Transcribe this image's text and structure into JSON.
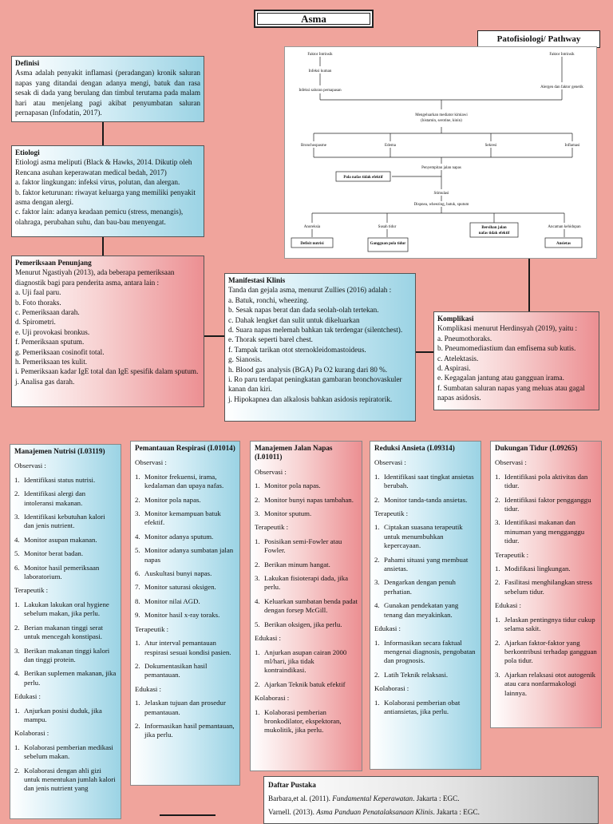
{
  "title": "Asma",
  "pathway_label": "Patofisiologi/ Pathway",
  "definisi": {
    "heading": "Definisi",
    "text": "Asma adalah penyakit inflamasi (peradangan) kronik saluran napas yang ditandai dengan adanya mengi, batuk dan rasa sesak di dada yang berulang dan timbul terutama pada malam hari atau menjelang pagi akibat penyumbatan saluran pernapasan (Infodatin, 2017)."
  },
  "etiologi": {
    "heading": "Etiologi",
    "lines": [
      "Etiologi asma meliputi (Black & Hawks, 2014. Dikutip oleh Rencana asuhan keperawatan medical bedah, 2017)",
      "a. faktor lingkungan: infeksi virus, polutan, dan alergan.",
      "b. faktor keturunan: riwayat keluarga yang memiliki penyakit asma dengan alergi.",
      "c. faktor lain: adanya keadaan pemicu (stress, menangis), olahraga, perubahan suhu, dan bau-bau menyengat."
    ]
  },
  "pemeriksaan": {
    "heading": "Pemeriksaan Penunjang",
    "lines": [
      "Menurut Ngastiyah (2013), ada beberapa pemeriksaan diagnostik bagi para penderita asma, antara lain :",
      "a. Uji faal paru.",
      "b. Foto thoraks.",
      "c. Pemeriksaan darah.",
      "d. Spirometri.",
      "e. Uji provokasi bronkus.",
      "f. Pemeriksaan sputum.",
      "g. Pemeriksaan cosinofit total.",
      "h. Pemeriksaan tes kulit.",
      "i. Pemeriksaan kadar IgE total dan IgE spesifik dalam sputum.",
      "j. Analisa gas darah."
    ]
  },
  "manifestasi": {
    "heading": "Manifestasi Klinis",
    "lines": [
      "Tanda dan gejala asma, menurut Zullies (2016) adalah :",
      "a. Batuk, ronchi, wheezing.",
      "b. Sesak napas berat dan dada seolah-olah tertekan.",
      "c. Dahak lengket dan sulit untuk dikeluarkan",
      "d. Suara napas melemah bahkan tak terdengar (silentchest).",
      "e. Thorak seperti barel chest.",
      "f. Tampak tarikan otot sternokleidomastoideus.",
      "g. Sianosis.",
      "h. Blood gas analysis (BGA) Pa O2 kurang dari 80 %.",
      "i. Ro paru terdapat peningkatan gambaran bronchovaskuler kanan dan kiri.",
      "j. Hipokapnea dan alkalosis bahkan asidosis repiratorik."
    ]
  },
  "komplikasi": {
    "heading": "Komplikasi",
    "lines": [
      "Komplikasi menurut Herdinsyah (2019), yaitu :",
      "a. Pneumothoraks.",
      "b. Pneumomediastium dan emfisema sub kutis.",
      "c. Atelektasis.",
      "d. Aspirasi.",
      "e. Kegagalan jantung atau gangguan irama.",
      "f. Sumbatan saluran napas yang meluas atau gagal napas asidosis."
    ]
  },
  "pathway": {
    "faktor_intrinsik": "Faktor Intrinsik",
    "faktor_ekstrinsik": "Faktor Intrinsik",
    "infeksi_kuman": "Infeksi kuman",
    "infeksi_saluran": "Infeksi saluran pernapasan",
    "alergen": "Alergen dan faktor genetik",
    "mengeluarkan": "Mengeluarkan mediator kimiawi",
    "mediator": "(histamin, serotine, kinin)",
    "bronchospasme": "Bronchospasme",
    "edema": "Edema",
    "sekresi": "Sekresi",
    "inflamasi": "Inflamasi",
    "penyempitan": "Penyempitan jalan napas",
    "pola_nafas": "Pola nafas tidak efektif",
    "stimulasi": "Stimulasi",
    "gejala": "Dispnea, wheezing, batuk, sputum",
    "anoreksia": "Anoreksia",
    "susah_tidur": "Susah tidur",
    "ancaman": "Ancaman kehidupan",
    "defisit_nutrisi": "Defisit nutrisi",
    "gangguan_pola_tidur": "Gangguan pola tidur",
    "bersihan_1": "Bersihan jalan",
    "bersihan_2": "nafas tidak efektif",
    "ansietas": "Ansietas"
  },
  "cards": [
    {
      "title": "Manajemen Nutrisi (I.03119)",
      "sections": [
        {
          "label": "Observasi :",
          "items": [
            "Identifikasi status nutrisi.",
            "Identifikasi alergi dan intoleransi makanan.",
            "Identifikasi kebutuhan kalori dan jenis nutrient.",
            "Monitor asupan makanan.",
            "Monitor berat badan.",
            "Monitor hasil pemeriksaan laboratorium."
          ]
        },
        {
          "label": "Terapeutik :",
          "items": [
            "Lakukan lakukan oral hygiene sebelum makan, jika perlu.",
            "Berian makanan tinggi serat untuk mencegah konstipasi.",
            "Berikan makanan tinggi kalori dan tinggi protein.",
            "Berikan suplemen makanan, jika perlu."
          ]
        },
        {
          "label": "Edukasi :",
          "items": [
            "Anjurkan posisi duduk, jika mampu."
          ]
        },
        {
          "label": "Kolaborasi :",
          "items": [
            "Kolaborasi pemberian medikasi sebelum makan.",
            "Kolaborasi dengan ahli gizi untuk menentukan jumlah kalori dan jenis nutrient yang"
          ]
        }
      ]
    },
    {
      "title": "Pemantauan Respirasi (I.01014)",
      "sections": [
        {
          "label": "Observasi :",
          "items": [
            "Monitor frekuensi, irama, kedalaman dan upaya nafas.",
            "Monitor pola napas.",
            "Monitor kemampuan batuk efektif.",
            "Monitor adanya sputum.",
            "Monitor adanya sumbatan jalan napas",
            "Auskultasi bunyi napas.",
            "Monitor saturasi oksigen.",
            "Monitor nilai AGD.",
            "Monitor hasil x-ray toraks."
          ]
        },
        {
          "label": "Terapeutik :",
          "items": [
            "Atur interval pemantauan respirasi sesuai kondisi pasien.",
            "Dokumentasikan hasil pemantauan."
          ]
        },
        {
          "label": "Edukasi :",
          "items": [
            "Jelaskan tujuan dan prosedur pemantauan.",
            "Informasikan hasil pemantauan, jika perlu."
          ]
        }
      ]
    },
    {
      "title": "Manajemen Jalan Napas (I.01011)",
      "sections": [
        {
          "label": "Observasi :",
          "items": [
            "Monitor pola napas.",
            "Monitor bunyi napas tambahan.",
            "Monitor sputum."
          ]
        },
        {
          "label": "Terapeutik :",
          "items": [
            "Posisikan semi-Fowler atau Fowler.",
            "Berikan minum hangat.",
            "Lakukan fisioterapi dada, jika perlu.",
            "Keluarkan sumbatan benda padat dengan forsep McGill.",
            "Berikan oksigen, jika perlu."
          ]
        },
        {
          "label": "Edukasi :",
          "items": [
            "Anjurkan asupan cairan 2000 ml/hari, jika tidak kontraindikasi.",
            "Ajarkan Teknik batuk efektif"
          ]
        },
        {
          "label": "Kolaborasi :",
          "items": [
            "Kolaborasi pemberian bronkodilator, ekspektoran, mukolitik, jika perlu."
          ]
        }
      ]
    },
    {
      "title": "Reduksi Ansieta (I.09314)",
      "sections": [
        {
          "label": "Observasi :",
          "items": [
            "Identifikasi saat tingkat ansietas berubah.",
            "Monitor tanda-tanda ansietas."
          ]
        },
        {
          "label": "Terapeutik :",
          "items": [
            "Ciptakan suasana terapeutik untuk menumbuhkan kepercayaan.",
            "Pahami situasi yang membuat ansietas.",
            "Dengarkan dengan penuh perhatian.",
            "Gunakan pendekatan yang tenang dan meyakinkan."
          ]
        },
        {
          "label": "Edukasi :",
          "items": [
            "Informasikan secara faktual mengenai diagnosis, pengobatan dan prognosis.",
            "Latih Teknik relaksasi."
          ]
        },
        {
          "label": "Kolaborasi :",
          "items": [
            "Kolaborasi pemberian obat antiansietas, jika perlu."
          ]
        }
      ]
    },
    {
      "title": "Dukungan Tidur (I.09265)",
      "sections": [
        {
          "label": "Observasi :",
          "items": [
            "Identifikasi pola aktivitas dan tidur.",
            "Identifikasi faktor pengganggu tidur.",
            "Identifikasi makanan dan minuman yang mengganggu tidur."
          ]
        },
        {
          "label": "Terapeutik :",
          "items": [
            "Modifikasi lingkungan.",
            "Fasilitasi menghilangkan stress sebelum tidur."
          ]
        },
        {
          "label": "Edukasi :",
          "items": [
            "Jelaskan pentingnya tidur cukup  selama sakit.",
            "Ajarkan faktor-faktor yang berkontribusi terhadap gangguan pola tidur.",
            "Ajarkan relaksasi otot autogenik atau cara nonfarmakologi lainnya."
          ]
        }
      ]
    }
  ],
  "daftar_pustaka": {
    "heading": "Daftar Pustaka",
    "ref1_author": "Barbara,et al. (2011). ",
    "ref1_title": "Fundamental Keperawatan",
    "ref1_pub": ". Jakarta : EGC.",
    "ref2_author": "Varnell. (2013). ",
    "ref2_title": "Asma Panduan Penatalaksanaan Klinis",
    "ref2_pub": ". Jakarta : EGC."
  }
}
